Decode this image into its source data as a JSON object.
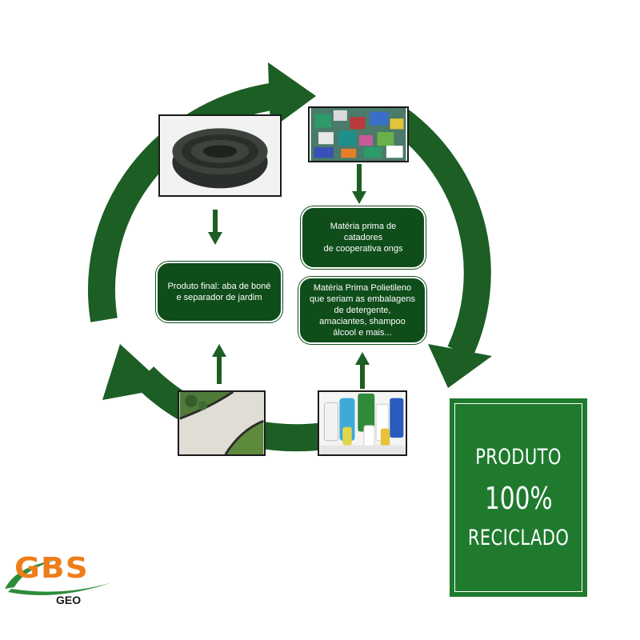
{
  "diagram": {
    "steps": {
      "top_right": "Matéria prima de\ncatadores\nde cooperativa ongs",
      "middle_right": "Matéria Prima Polietileno\nque seriam as embalagens\nde detergente,\namaciantes, shampoo\nálcool e mais...",
      "left": "Produto final: aba de boné\ne separador de jardim"
    },
    "photos": {
      "top_left": "coiled-black-edging-roll",
      "top_right": "pile-of-plastic-waste",
      "bottom_left": "garden-edging-in-lawn",
      "bottom_right": "plastic-bottles"
    }
  },
  "badge": {
    "line1": "PRODUTO",
    "line2": "100%",
    "line3": "RECICLADO"
  },
  "logo": {
    "name": "GBS",
    "sub": "GEO"
  },
  "colors": {
    "cycle_green": "#1c5e24",
    "box_green": "#0f4d1a",
    "badge_green": "#1f7a2e",
    "logo_orange": "#ef7d1a",
    "logo_green": "#2e8b3a"
  }
}
